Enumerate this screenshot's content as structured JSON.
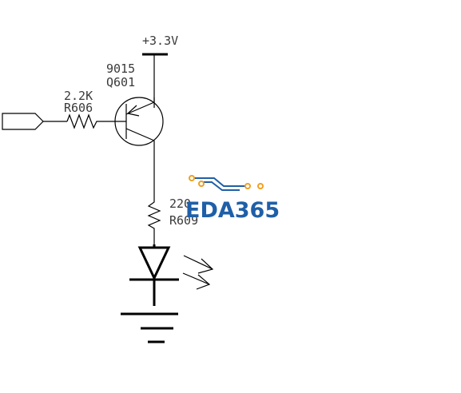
{
  "power": {
    "label": "+3.3V"
  },
  "transistor": {
    "part": "9015",
    "ref": "Q601"
  },
  "base_resistor": {
    "value": "2.2K",
    "ref": "R606"
  },
  "led_resistor": {
    "value": "220",
    "ref": "R609"
  },
  "watermark": {
    "text": "EDA365"
  },
  "colors": {
    "wire": "#000000",
    "label": "#3a3a3a",
    "logo_blue": "#1f5fa8",
    "logo_orange": "#f0a020"
  }
}
